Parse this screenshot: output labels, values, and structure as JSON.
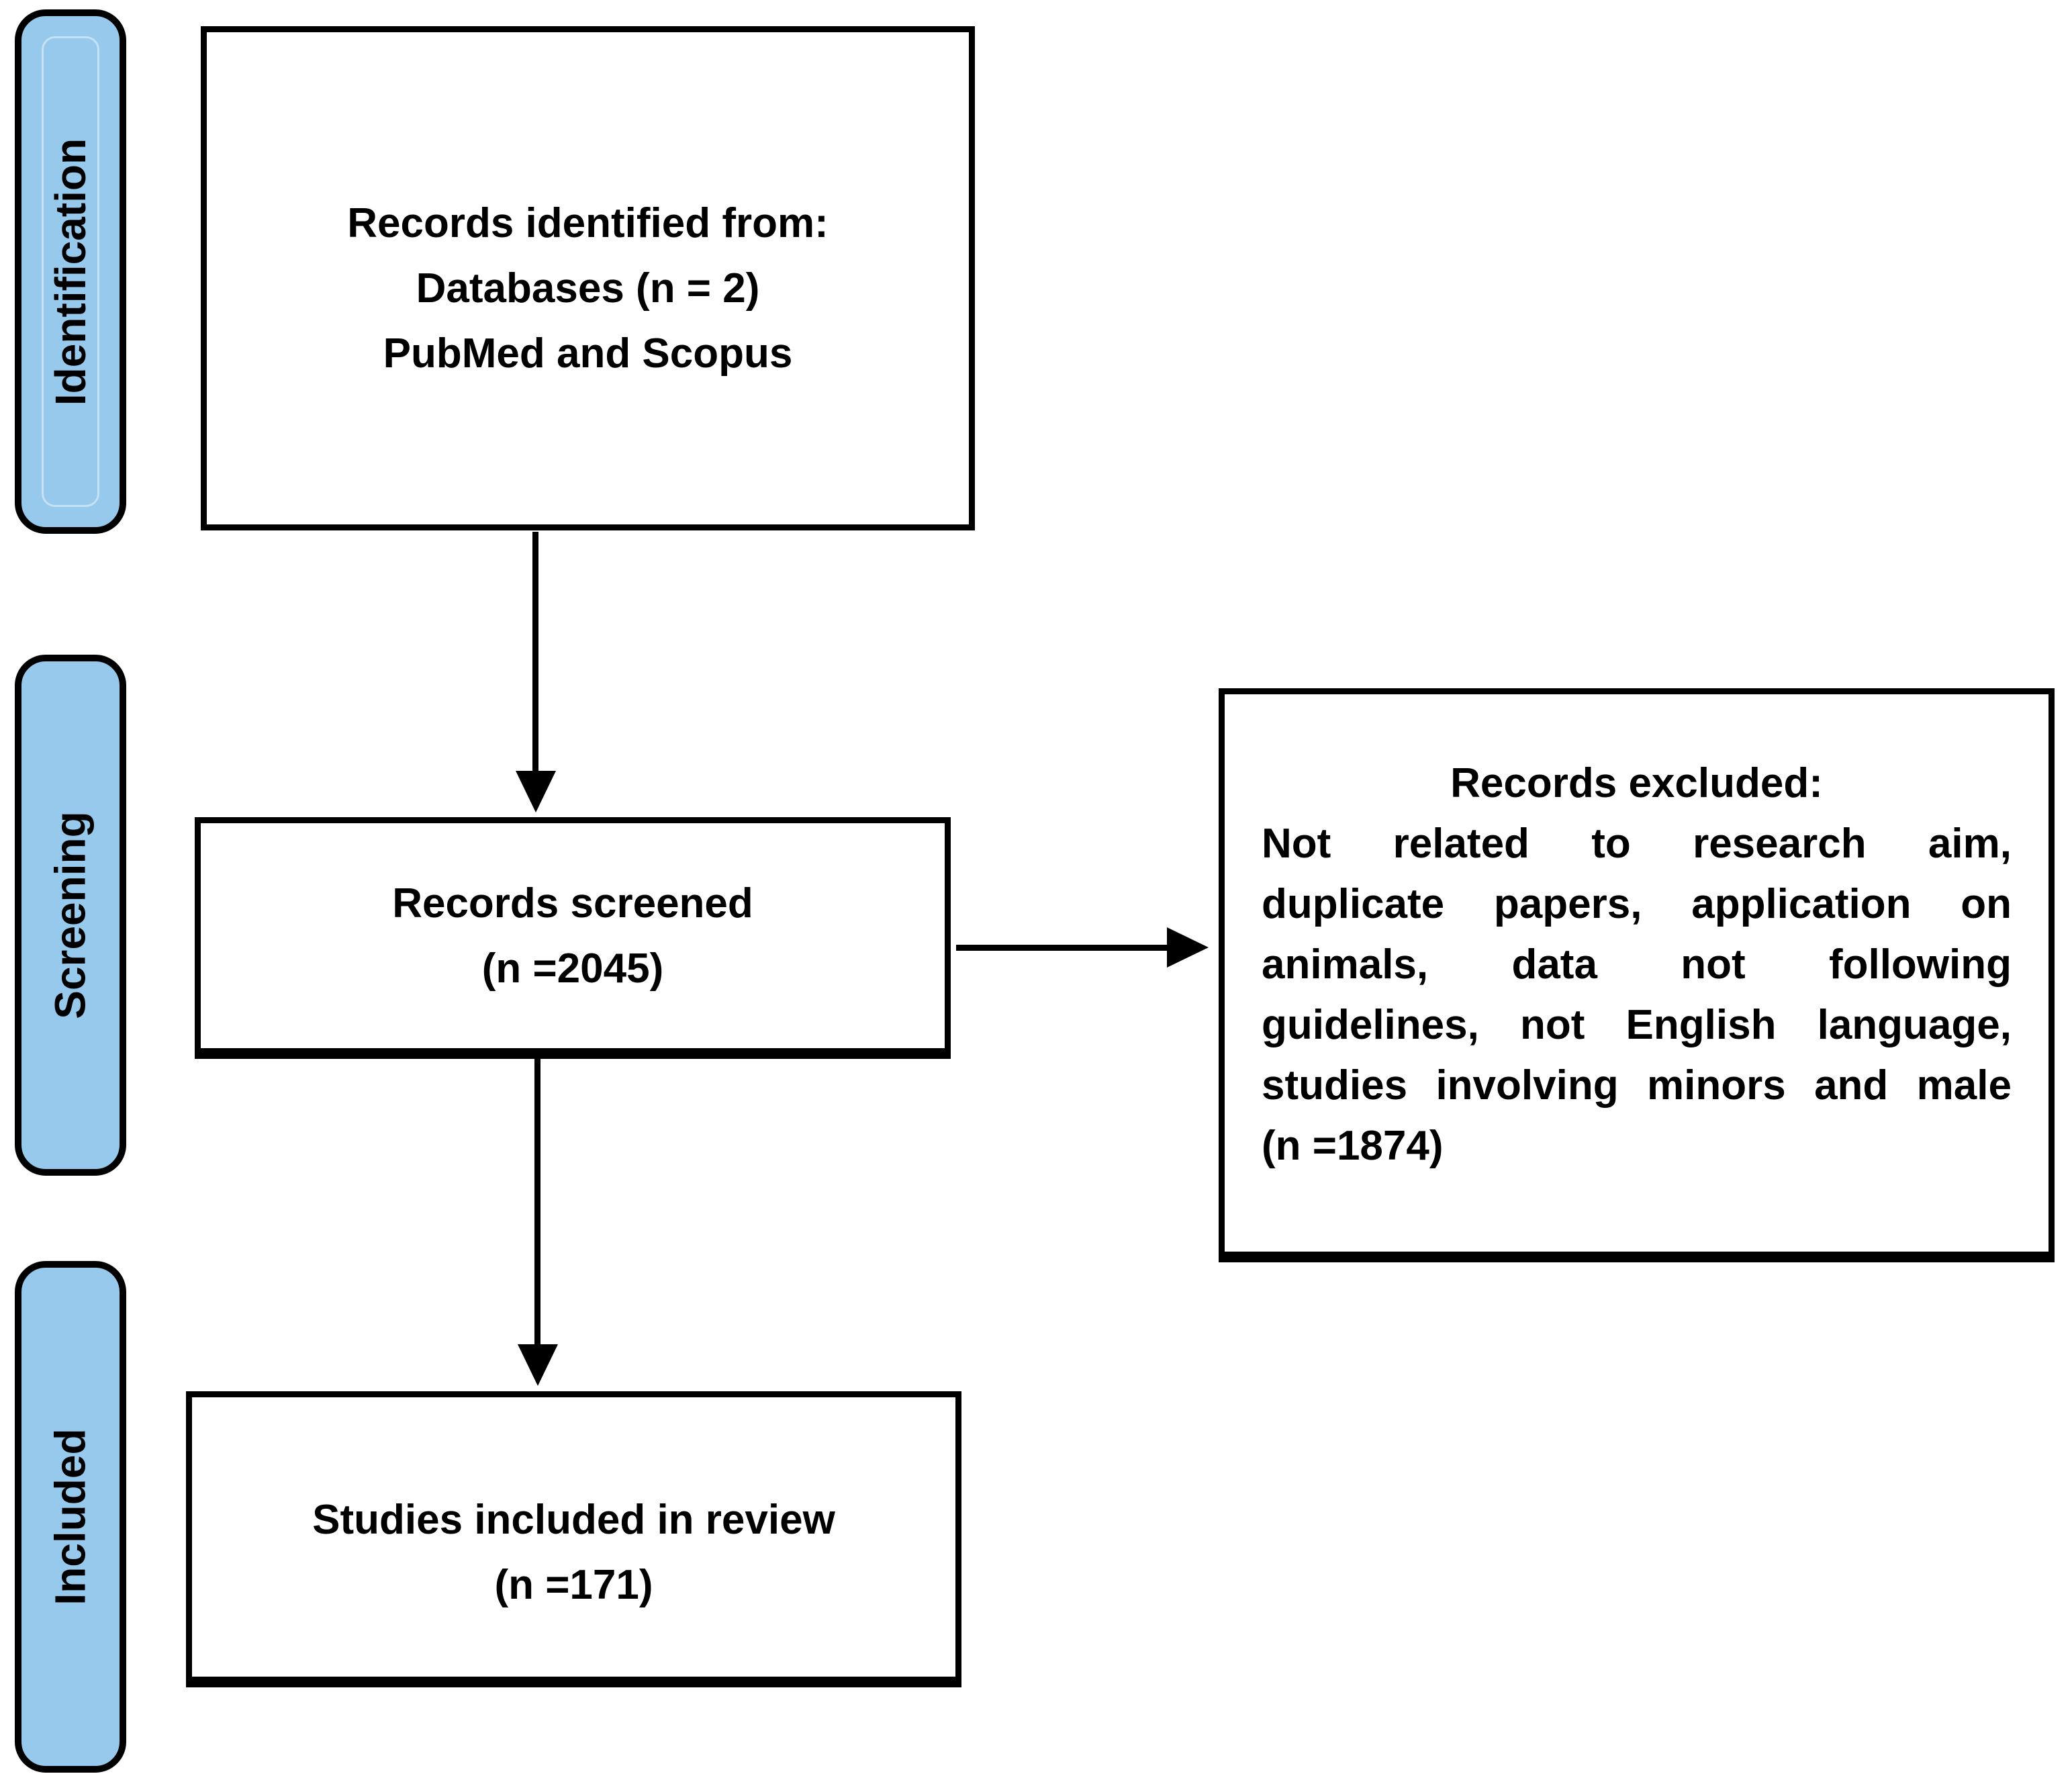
{
  "colors": {
    "stage_fill": "#97C9EC",
    "line_color": "#000000",
    "box_fill": "#FFFFFF",
    "text_color": "#000000"
  },
  "stage_labels": {
    "identification": "Identification",
    "screening": "Screening",
    "included": "Included"
  },
  "boxes": {
    "identified": {
      "lines": [
        "Records identified from:",
        "Databases (n = 2)",
        "PubMed and Scopus"
      ]
    },
    "screened": {
      "lines": [
        "Records screened",
        "(n =2045)"
      ]
    },
    "excluded": {
      "heading": "Records excluded:",
      "body_lines": [
        "Not related to research aim,",
        "duplicate papers, application on",
        "animals, data not following",
        "guidelines, not English language,",
        "studies involving minors and male",
        "(n =1874)"
      ]
    },
    "included_in_review": {
      "lines": [
        "Studies included in review",
        "(n =171)"
      ]
    }
  }
}
